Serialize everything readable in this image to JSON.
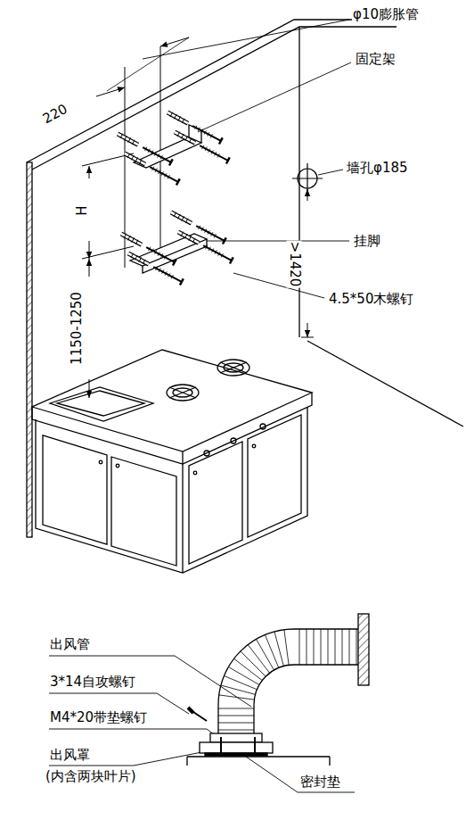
{
  "diagram": {
    "labels": [
      "φ10膨胀管",
      "220",
      "固定架",
      "墙孔φ185",
      "H",
      "挂脚",
      "4.5*50木螺钉",
      ">1420",
      "1150-1250",
      "出风管",
      "3*14自攻螺钉",
      "M4*20带垫螺钉",
      "出风罩",
      "(内含两块叶片)",
      "密封垫"
    ]
  }
}
